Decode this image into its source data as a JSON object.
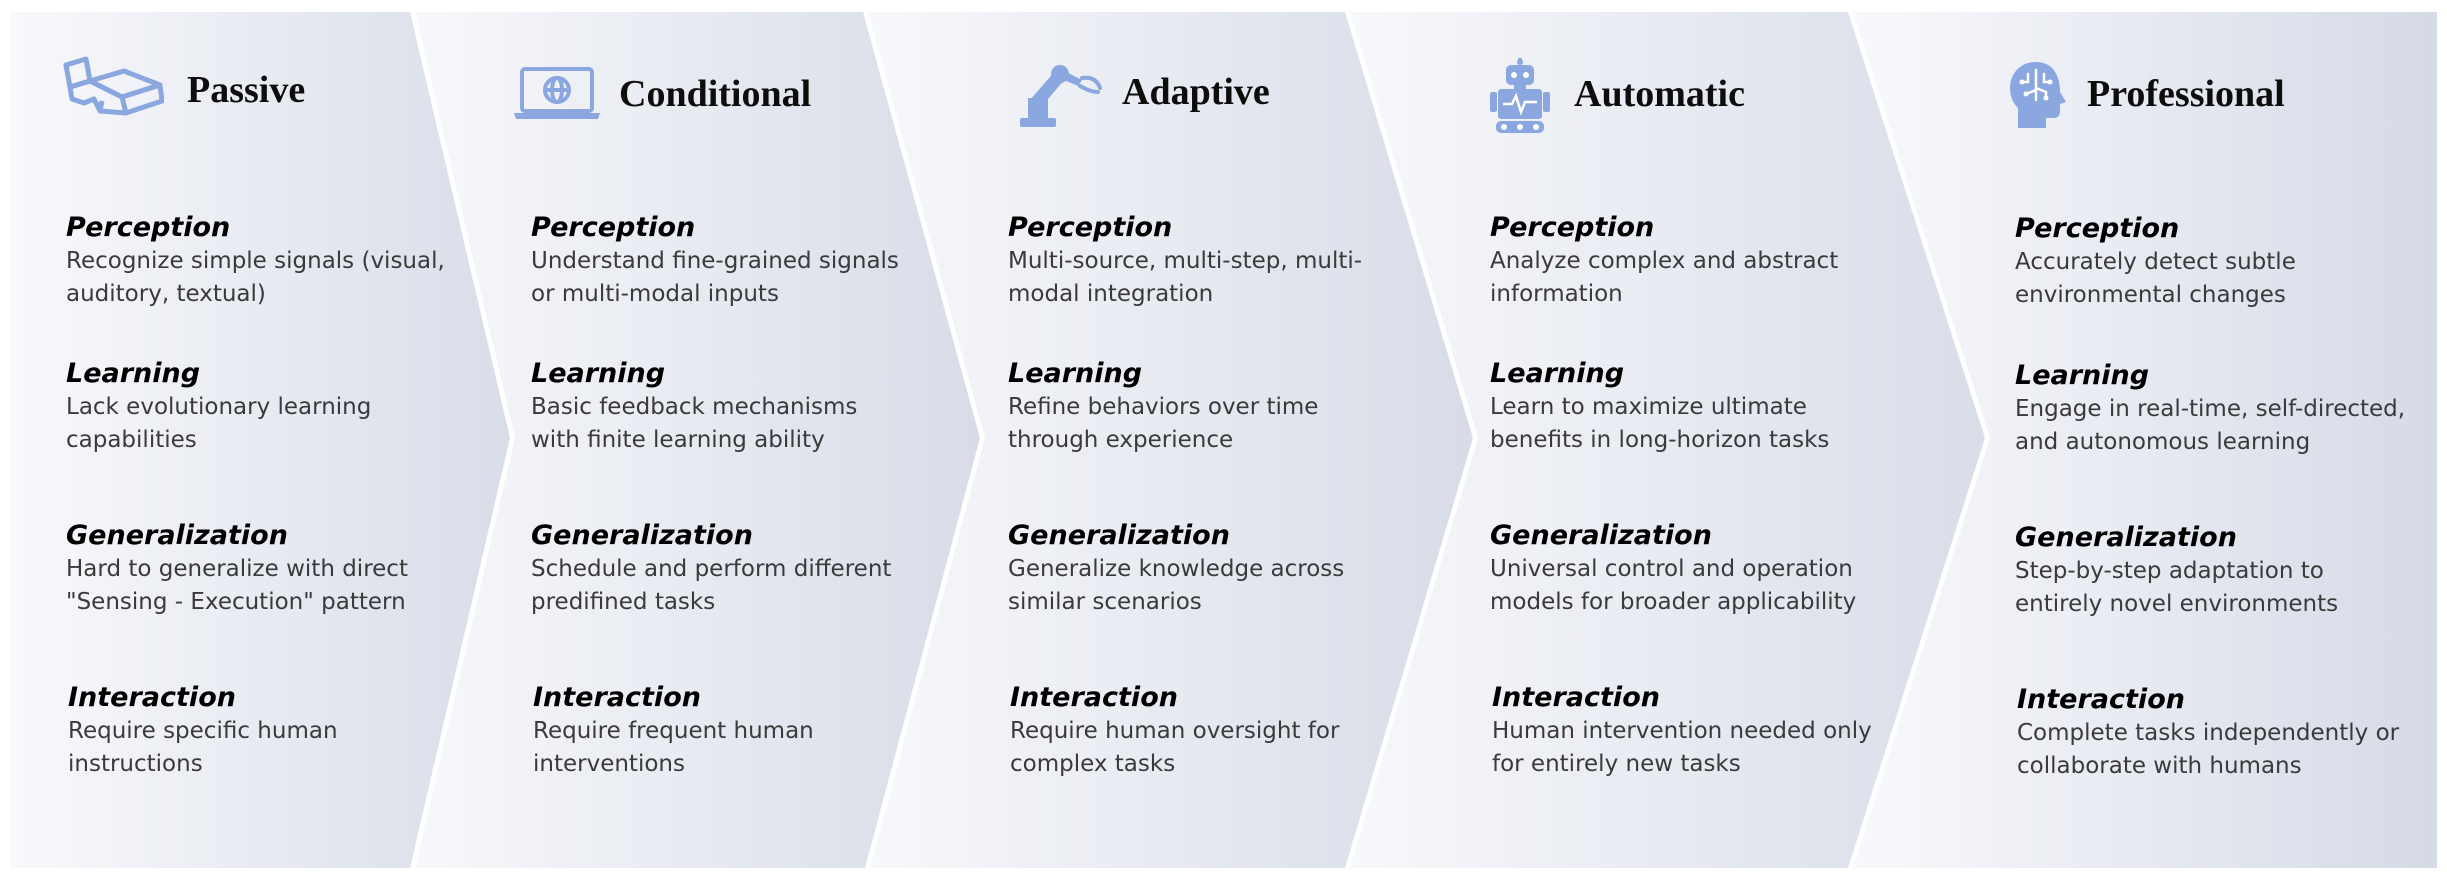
{
  "colors": {
    "panel_light": "#f8f9fc",
    "panel_dark": "#d6dbe6",
    "icon_blue": "#8ba7df",
    "title": "#0d0d0d",
    "body_text": "#3a3a3a"
  },
  "stages": [
    {
      "title": "Passive",
      "icon": "vr-glasses-icon",
      "sections": [
        {
          "label": "Perception",
          "text": "Recognize simple signals (visual, auditory, textual)"
        },
        {
          "label": "Learning",
          "text": "Lack evolutionary learning capabilities"
        },
        {
          "label": "Generalization",
          "text": "Hard to generalize with direct \"Sensing - Execution\" pattern"
        },
        {
          "label": "Interaction",
          "text": "Require specific human instructions"
        }
      ]
    },
    {
      "title": "Conditional",
      "icon": "laptop-globe-icon",
      "sections": [
        {
          "label": "Perception",
          "text": "Understand fine-grained signals or multi-modal inputs"
        },
        {
          "label": "Learning",
          "text": "Basic feedback mechanisms with finite learning ability"
        },
        {
          "label": "Generalization",
          "text": "Schedule and perform different predifined tasks"
        },
        {
          "label": "Interaction",
          "text": "Require frequent human interventions"
        }
      ]
    },
    {
      "title": "Adaptive",
      "icon": "robotic-arm-icon",
      "sections": [
        {
          "label": "Perception",
          "text": "Multi-source, multi-step, multi-modal integration"
        },
        {
          "label": "Learning",
          "text": "Refine behaviors over time through experience"
        },
        {
          "label": "Generalization",
          "text": "Generalize knowledge across similar scenarios"
        },
        {
          "label": "Interaction",
          "text": "Require human oversight for complex tasks"
        }
      ]
    },
    {
      "title": "Automatic",
      "icon": "robot-icon",
      "sections": [
        {
          "label": "Perception",
          "text": "Analyze complex and abstract information"
        },
        {
          "label": "Learning",
          "text": "Learn to maximize ultimate benefits in long-horizon tasks"
        },
        {
          "label": "Generalization",
          "text": "Universal control and operation models for broader applicability"
        },
        {
          "label": "Interaction",
          "text": "Human intervention needed only for entirely new tasks"
        }
      ]
    },
    {
      "title": "Professional",
      "icon": "brain-head-icon",
      "sections": [
        {
          "label": "Perception",
          "text": "Accurately detect subtle environmental changes"
        },
        {
          "label": "Learning",
          "text": "Engage in real-time, self-directed, and autonomous learning"
        },
        {
          "label": "Generalization",
          "text": "Step-by-step adaptation to entirely novel environments"
        },
        {
          "label": "Interaction",
          "text": "Complete tasks independently or collaborate with humans"
        }
      ]
    }
  ]
}
